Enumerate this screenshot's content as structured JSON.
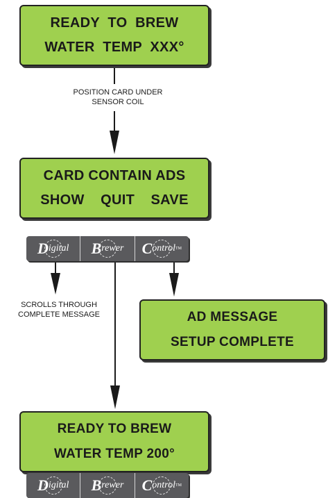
{
  "screen_ready": {
    "line1": "READY  TO  BREW",
    "line2": "WATER  TEMP  XXX°"
  },
  "instruction_position": {
    "line1": "POSITION CARD UNDER",
    "line2": "SENSOR COIL"
  },
  "screen_card": {
    "line1": "CARD CONTAIN ADS",
    "line2": "SHOW    QUIT    SAVE"
  },
  "button_bar": {
    "buttons": [
      {
        "initial": "D",
        "rest": "igital"
      },
      {
        "initial": "B",
        "rest": "rewer"
      },
      {
        "initial": "C",
        "rest": "ontrol",
        "mark": "TM"
      }
    ]
  },
  "instruction_scroll": {
    "line1": "SCROLLS THROUGH",
    "line2": "COMPLETE MESSAGE"
  },
  "screen_ad_setup": {
    "line1": "AD MESSAGE",
    "line2": "SETUP COMPLETE"
  },
  "screen_ready_final": {
    "line1": "READY TO BREW",
    "line2": "WATER TEMP 200°"
  },
  "colors": {
    "lcd_fill": "#9fd04f",
    "button_bar": "#5a5a5d",
    "outline": "#222222"
  }
}
